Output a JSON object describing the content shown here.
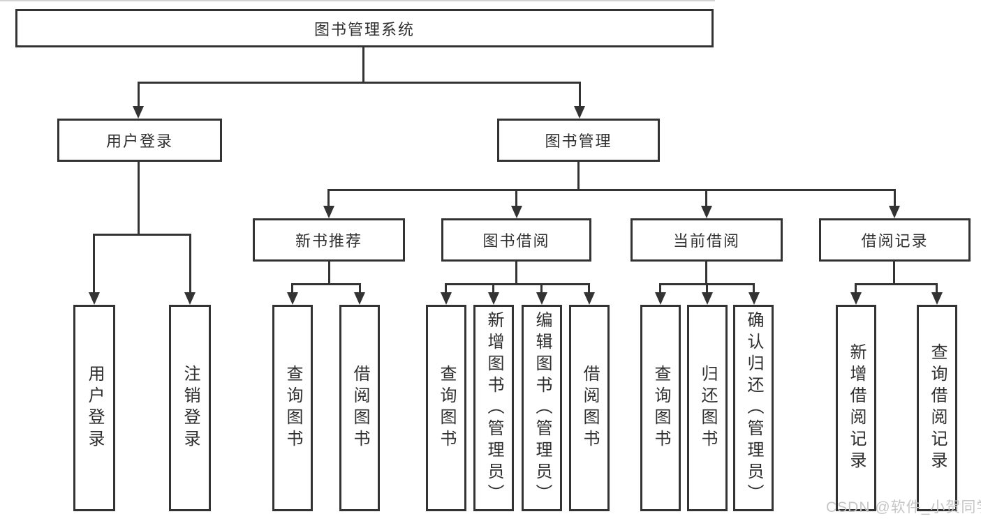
{
  "diagram": {
    "title": "图书管理系统",
    "nodes": {
      "root": "图书管理系统",
      "user_login": "用户登录",
      "book_mgmt": "图书管理",
      "new_books": "新书推荐",
      "book_borrow": "图书借阅",
      "current_borrow": "当前借阅",
      "borrow_records": "借阅记录"
    },
    "leaves": {
      "user": [
        "用户登录",
        "注销登录"
      ],
      "new_books": [
        "查询图书",
        "借阅图书"
      ],
      "book_borrow": [
        "查询图书",
        "新增图书（管理员）",
        "编辑图书（管理员）",
        "借阅图书"
      ],
      "current_borrow": [
        "查询图书",
        "归还图书",
        "确认归还（管理员）"
      ],
      "borrow_records": [
        "新增借阅记录",
        "查询借阅记录"
      ]
    },
    "colors": {
      "line": "#333333",
      "text": "#2f2f2f",
      "box_bg": "#ffffff",
      "watermark": "#c6c6c6"
    },
    "watermark": "CSDN @软件_小贺同学"
  }
}
